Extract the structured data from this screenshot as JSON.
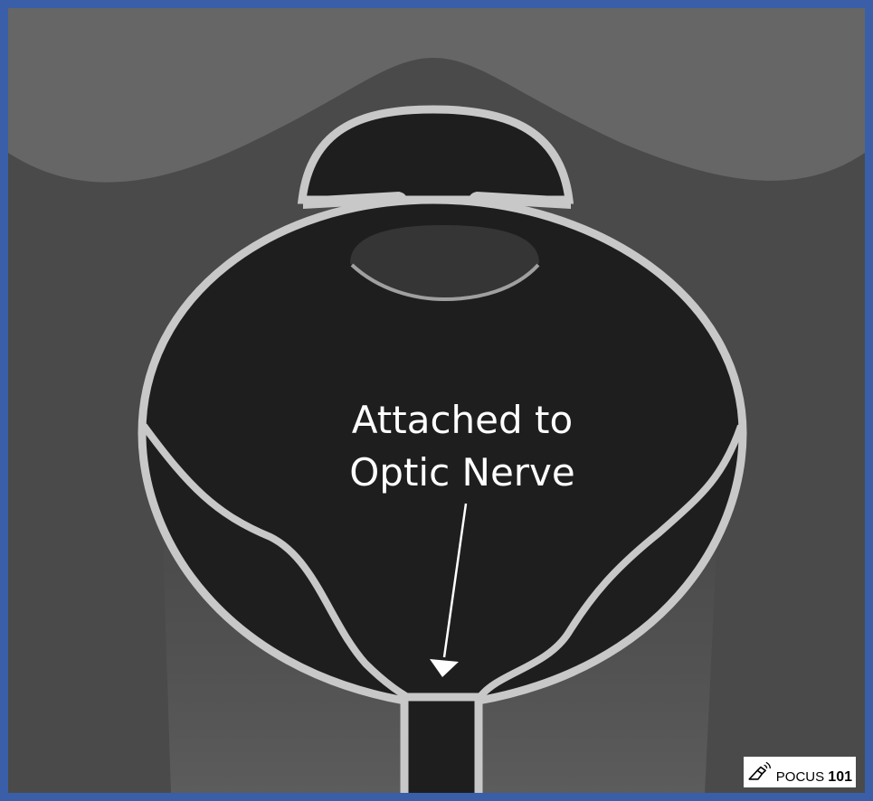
{
  "label": {
    "line1": "Attached to",
    "line2": "Optic Nerve"
  },
  "logo": {
    "brand": "POCUS",
    "number": "101",
    "icon": "ultrasound-probe-icon"
  },
  "colors": {
    "border": "#3a5fa8",
    "background": "#4a4a4a",
    "eyelid": "#666666",
    "globe_fill": "#1e1e1e",
    "outline": "#c8c8c8",
    "lens": "#353535",
    "label_text": "#ffffff"
  }
}
